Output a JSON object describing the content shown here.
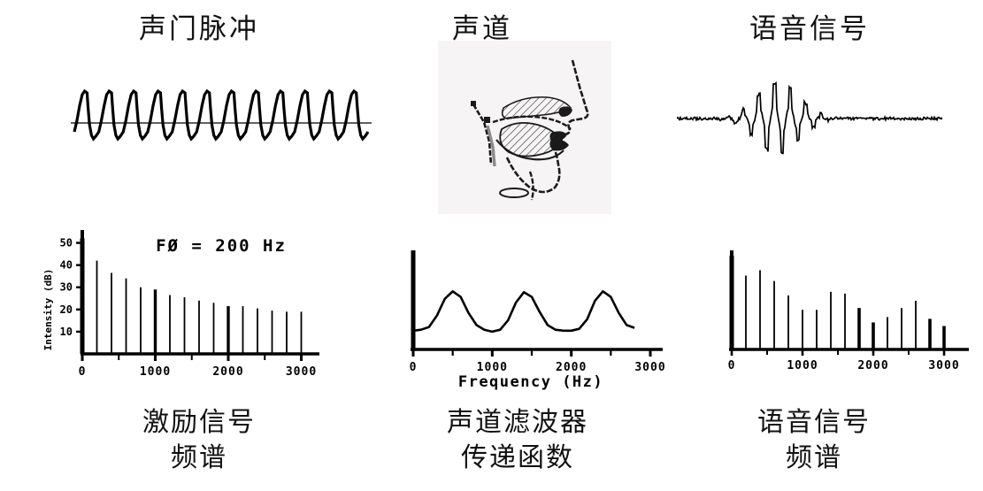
{
  "titles": {
    "glottal_pulse": "声门脉冲",
    "vocal_tract": "声道",
    "speech_signal": "语音信号"
  },
  "captions": {
    "excitation": {
      "line1": "激励信号",
      "line2": "频谱"
    },
    "filter": {
      "line1": "声道滤波器",
      "line2": "传递函数"
    },
    "speech": {
      "line1": "语音信号",
      "line2": "频谱"
    }
  },
  "images": {
    "vocal_tract_alt": "vocal-tract-sagittal-diagram",
    "vocal_tract_bg": "#f6f4f4"
  },
  "colors": {
    "ink": "#000000",
    "background": "#ffffff"
  },
  "chart_data": [
    {
      "id": "glottal-pulse-waveform",
      "type": "line",
      "title": "声门脉冲",
      "xlabel": "",
      "ylabel": "",
      "grid": false,
      "legend": null,
      "description": "periodic glottal pulse train, sawtooth-like, 12 cycles on a zero baseline",
      "cycles": 12,
      "x": [
        0,
        1,
        2,
        3,
        4,
        5,
        6,
        7,
        8,
        9,
        10,
        11,
        12
      ],
      "values": [
        1,
        1,
        1,
        1,
        1,
        1,
        1,
        1,
        1,
        1,
        1,
        1,
        1
      ]
    },
    {
      "id": "speech-signal-waveform",
      "type": "line",
      "title": "语音信号",
      "xlabel": "",
      "ylabel": "",
      "grid": false,
      "legend": null,
      "description": "time-domain speech waveform, quiet at both ends with a high-amplitude voiced burst in the middle"
    },
    {
      "id": "excitation-spectrum",
      "type": "bar",
      "title": "",
      "annotation": "FØ = 200 Hz",
      "xlabel": "",
      "ylabel": "Intensity (dB)",
      "xlim": [
        0,
        3200
      ],
      "ylim": [
        0,
        55
      ],
      "xticks": [
        0,
        1000,
        2000,
        3000
      ],
      "xticklabels": [
        "0",
        "1000",
        "2000",
        "3000"
      ],
      "xminorticks": [
        500,
        1500,
        2500
      ],
      "yticks": [
        10,
        20,
        30,
        40,
        50
      ],
      "yticklabels": [
        "10",
        "20",
        "30",
        "40",
        "50"
      ],
      "grid": false,
      "categories": [
        0,
        200,
        400,
        600,
        800,
        1000,
        1200,
        1400,
        1600,
        1800,
        2000,
        2200,
        2400,
        2600,
        2800,
        3000
      ],
      "values": [
        52,
        42,
        36.5,
        34,
        30,
        29,
        26.5,
        25.5,
        24,
        23,
        21.5,
        21.5,
        20.5,
        19.5,
        19,
        19
      ],
      "emphasized_categories": [
        0,
        1000,
        2000
      ]
    },
    {
      "id": "vocal-tract-transfer-function",
      "type": "line",
      "title": "",
      "xlabel": "Frequency (Hz)",
      "ylabel": "",
      "xlim": [
        0,
        3000
      ],
      "ylim": [
        0,
        10
      ],
      "xticks": [
        0,
        1000,
        2000,
        3000
      ],
      "xticklabels": [
        "0",
        "1000",
        "2000",
        "3000"
      ],
      "xminorticks": [
        500,
        1500,
        2500
      ],
      "grid": false,
      "formants": [
        500,
        1400,
        2400
      ],
      "x": [
        0,
        100,
        200,
        300,
        400,
        500,
        600,
        700,
        800,
        900,
        1000,
        1100,
        1200,
        1300,
        1400,
        1500,
        1600,
        1700,
        1800,
        1900,
        2000,
        2100,
        2200,
        2300,
        2400,
        2500,
        2600,
        2700,
        2800
      ],
      "values": [
        2.0,
        2.1,
        2.4,
        3.6,
        5.4,
        6.2,
        5.6,
        3.9,
        2.6,
        2.1,
        1.9,
        2.1,
        3.1,
        5.0,
        6.1,
        5.6,
        4.0,
        2.6,
        2.1,
        2.0,
        2.0,
        2.2,
        3.2,
        5.2,
        6.2,
        5.6,
        3.9,
        2.6,
        2.3
      ]
    },
    {
      "id": "speech-spectrum",
      "type": "bar",
      "title": "",
      "xlabel": "",
      "ylabel": "",
      "xlim": [
        0,
        3200
      ],
      "ylim": [
        0,
        55
      ],
      "xticks": [
        0,
        1000,
        2000,
        3000
      ],
      "xticklabels": [
        "0",
        "1000",
        "2000",
        "3000"
      ],
      "xminorticks": [
        500,
        1500,
        2500
      ],
      "grid": false,
      "categories": [
        0,
        200,
        400,
        600,
        800,
        1000,
        1200,
        1400,
        1600,
        1800,
        2000,
        2200,
        2400,
        2600,
        2800,
        3000
      ],
      "values": [
        52,
        41,
        44,
        38,
        30,
        22,
        22,
        32,
        31,
        23,
        15,
        18,
        23,
        27,
        17,
        13
      ],
      "emphasized_categories": [
        0,
        1800,
        2000,
        2800,
        3000
      ]
    }
  ]
}
